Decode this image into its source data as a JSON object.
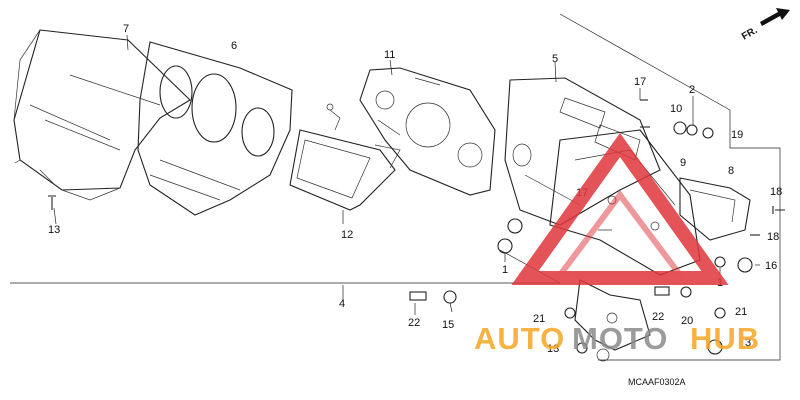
{
  "diagram": {
    "direction_label": "FR.",
    "code": "MCAAF0302A",
    "watermark": {
      "part1": "AUTO",
      "part2": "MOTO",
      "part3": "HUB",
      "color_orange": "#f5a623",
      "color_gray": "#8a8a8a",
      "color_red": "#e0363b"
    },
    "callouts": {
      "c7": "7",
      "c6": "6",
      "c11": "11",
      "c5": "5",
      "c17a": "17",
      "c2": "2",
      "c10": "10",
      "c19": "19",
      "c9": "9",
      "c8": "8",
      "c18a": "18",
      "c18b": "18",
      "c16": "16",
      "c17b": "17",
      "c13a": "13",
      "c12": "12",
      "c1a": "1",
      "c1b": "1",
      "c4": "4",
      "c22a": "22",
      "c15": "15",
      "c21a": "21",
      "c22b": "22",
      "c20": "20",
      "c21b": "21",
      "c13b": "13",
      "c3": "3"
    }
  }
}
